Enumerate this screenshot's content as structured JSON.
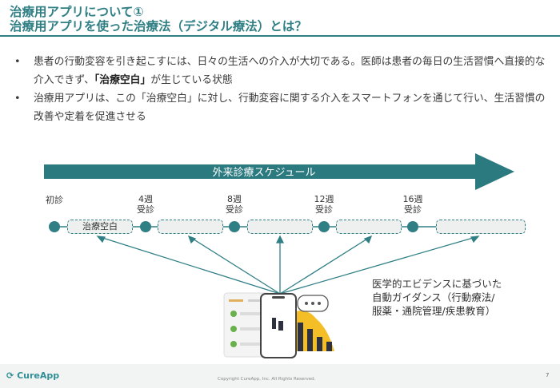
{
  "header": {
    "line1": "治療用アプリについて①",
    "line2": "治療用アプリを使った治療法（デジタル療法）とは？"
  },
  "bullets": [
    {
      "before": "患者の行動変容を引き起こすには、日々の生活への介入が大切である。医師は患者の毎日の生活習慣へ直接的な介入できず、",
      "strong": "「治療空白」",
      "after": "が生じている状態"
    },
    {
      "before": "治療用アプリは、この「治療空白」に対し、行動変容に関する介入をスマートフォンを通じて行い、生活習慣の改善や定着を促進させる",
      "strong": "",
      "after": ""
    }
  ],
  "bullet_glyph": "•",
  "schedule": {
    "arrow_label": "外来診療スケジュール",
    "visits": [
      {
        "line1": "初診",
        "line2": ""
      },
      {
        "line1": "4週",
        "line2": "受診"
      },
      {
        "line1": "8週",
        "line2": "受診"
      },
      {
        "line1": "12週",
        "line2": "受診"
      },
      {
        "line1": "16週",
        "line2": "受診"
      }
    ],
    "gap_label": "治療空白"
  },
  "guidance": {
    "line1": "医学的エビデンスに基づいた",
    "line2": "自動ガイダンス（行動療法/",
    "line3": "服薬・通院管理/疾患教育）"
  },
  "footer": {
    "logo": "CureApp",
    "copyright": "Copyright CureApp, Inc. All Rights Reserved.",
    "page": "7"
  },
  "colors": {
    "accent": "#2f7f85",
    "arrow": "#2b7a80",
    "footer_bg": "#f2f3f3",
    "chart_dark": "#2e3240",
    "chart_yellow": "#f2b300"
  },
  "icons": [
    "bullet",
    "schedule-arrow",
    "smartphone-icon",
    "checklist-card-icon",
    "chat-bubble-icon",
    "bar-chart-icon"
  ]
}
